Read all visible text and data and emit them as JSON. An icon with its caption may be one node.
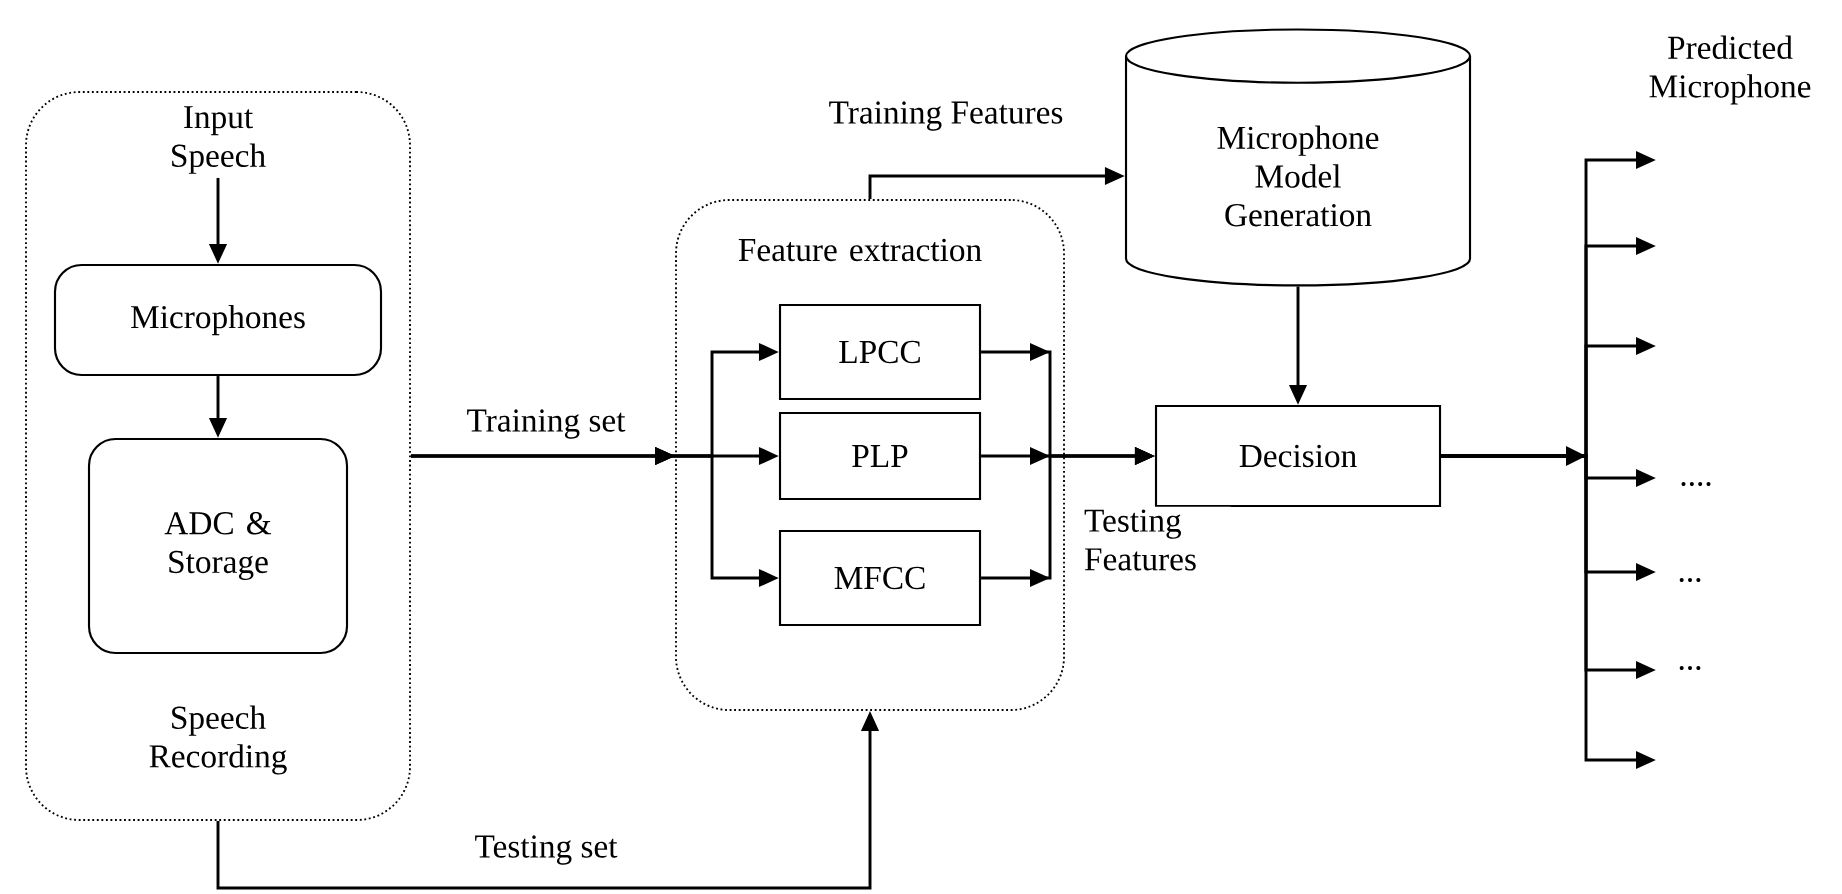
{
  "diagram": {
    "nodes": [
      {
        "text": [
          "Speech Recording"
        ]
      },
      {
        "text": [
          "Input Speech"
        ],
        "in": 0
      },
      {
        "text": [
          "Microphones"
        ],
        "in": 0
      },
      {
        "text": [
          "ADC & Storage"
        ],
        "in": 0
      },
      {
        "text": [
          "Feature extraction"
        ]
      },
      {
        "text": [
          "LPCC"
        ],
        "in": 4
      },
      {
        "text": [
          "PLP"
        ],
        "in": 4
      },
      {
        "text": [
          "MFCC"
        ],
        "in": 4
      },
      {
        "text": [
          "Microphone Model Generation"
        ]
      },
      {
        "text": [
          "Decision"
        ]
      }
    ],
    "edges": [
      {
        "from": 1,
        "to": 2,
        "arrow": "to"
      },
      {
        "from": 2,
        "to": 3,
        "arrow": "to"
      },
      {
        "from": 0,
        "to": 5,
        "arrow": "to",
        "label": "Training set"
      },
      {
        "from": 0,
        "to": 6,
        "arrow": "to"
      },
      {
        "from": 0,
        "to": 7,
        "arrow": "to"
      },
      {
        "from": 0,
        "to": 4,
        "arrow": "to",
        "label": "Testing set"
      },
      {
        "from": 4,
        "to": 8,
        "arrow": "to",
        "label": "Training Features"
      },
      {
        "from": 5,
        "to": 9,
        "arrow": "to"
      },
      {
        "from": 6,
        "to": 9,
        "arrow": "to",
        "label": "Testing Features"
      },
      {
        "from": 7,
        "to": 9,
        "arrow": "to"
      },
      {
        "from": 8,
        "to": 9,
        "arrow": "to"
      },
      {
        "from": 9,
        "to": null,
        "arrow": "to"
      },
      {
        "from": 9,
        "to": null,
        "arrow": "to"
      },
      {
        "from": 9,
        "to": null,
        "arrow": "to"
      },
      {
        "from": 9,
        "to": null,
        "arrow": "to"
      },
      {
        "from": 9,
        "to": null,
        "arrow": "to"
      },
      {
        "from": 9,
        "to": null,
        "arrow": "to"
      },
      {
        "from": 9,
        "to": null,
        "arrow": "to"
      }
    ],
    "labels": [
      "Predicted Microphone",
      "....",
      "...",
      "..."
    ]
  }
}
